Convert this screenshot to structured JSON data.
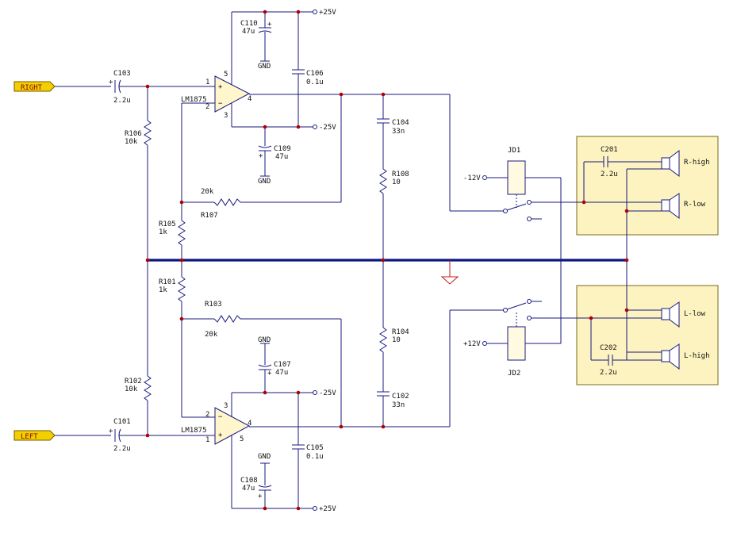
{
  "inputs": {
    "right": "RIGHT",
    "left": "LEFT"
  },
  "rails": {
    "pos": "+25V",
    "neg": "-25V",
    "gnd": "GND",
    "relay_neg": "-12V",
    "relay_pos": "+12V"
  },
  "amps": {
    "top": "LM1875",
    "bottom": "LM1875"
  },
  "pins": {
    "p1": "1",
    "p2": "2",
    "p3": "3",
    "p4": "4",
    "p5": "5",
    "plus": "+",
    "minus": "−"
  },
  "components": {
    "c103": {
      "ref": "C103",
      "value": "2.2u"
    },
    "c101": {
      "ref": "C101",
      "value": "2.2u"
    },
    "c110": {
      "ref": "C110",
      "value": "47u"
    },
    "c106": {
      "ref": "C106",
      "value": "0.1u"
    },
    "c109": {
      "ref": "C109",
      "value": "47u"
    },
    "c107": {
      "ref": "C107",
      "value": "47u"
    },
    "c105": {
      "ref": "C105",
      "value": "0.1u"
    },
    "c108": {
      "ref": "C108",
      "value": "47u"
    },
    "c104": {
      "ref": "C104",
      "value": "33n"
    },
    "c102": {
      "ref": "C102",
      "value": "33n"
    },
    "c201": {
      "ref": "C201",
      "value": "2.2u"
    },
    "c202": {
      "ref": "C202",
      "value": "2.2u"
    },
    "r106": {
      "ref": "R106",
      "value": "10k"
    },
    "r102": {
      "ref": "R102",
      "value": "10k"
    },
    "r105": {
      "ref": "R105",
      "value": "1k"
    },
    "r101": {
      "ref": "R101",
      "value": "1k"
    },
    "r107": {
      "ref": "R107",
      "value": "20k"
    },
    "r103": {
      "ref": "R103",
      "value": "20k"
    },
    "r108": {
      "ref": "R108",
      "value": "10"
    },
    "r104": {
      "ref": "R104",
      "value": "10"
    }
  },
  "relays": {
    "jd1": "JD1",
    "jd2": "JD2"
  },
  "speakers": {
    "r_high": "R-high",
    "r_low": "R-low",
    "l_low": "L-low",
    "l_high": "L-high"
  },
  "colors": {
    "wire": "#1a1a80",
    "bus": "#0c1680",
    "junction": "#b00000",
    "ground_symbol": "#c21b1b",
    "speaker_box": "#fcf3c0",
    "input_tag": "#f2d000"
  }
}
